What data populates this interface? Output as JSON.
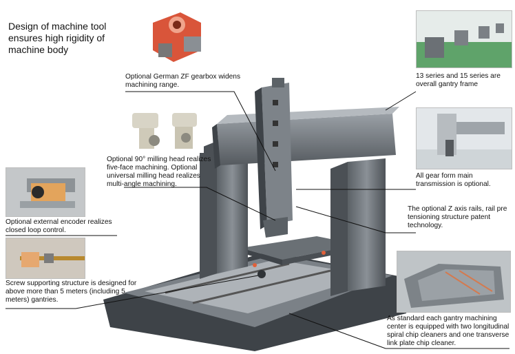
{
  "title": "Design of machine tool ensures high rigidity of machine body",
  "captions": {
    "gearbox": "Optional German ZF gearbox widens machining range.",
    "gantry_series": "13 series and 15 series are overall gantry frame",
    "milling_head": "Optional 90° milling head realizes five-face machining. Optional universal milling head realizes multi-angle machining.",
    "gear_form": "All gear form main transmission is optional.",
    "encoder": "Optional external encoder realizes closed loop control.",
    "z_axis": "The optional Z axis rails, rail pre tensioning structure patent technology.",
    "screw_support": "Screw supporting structure is designed for above more than 5 meters (including 5 meters) gantries.",
    "chip_cleaners": "As standard each gantry machining center is equipped with two longitudinal spiral chip cleaners and one transverse link plate chip cleaner."
  },
  "colors": {
    "machine_gray": "#6e747a",
    "machine_dark": "#3e4348",
    "accent_orange": "#e0603a",
    "factory_green": "#5fa36a"
  }
}
